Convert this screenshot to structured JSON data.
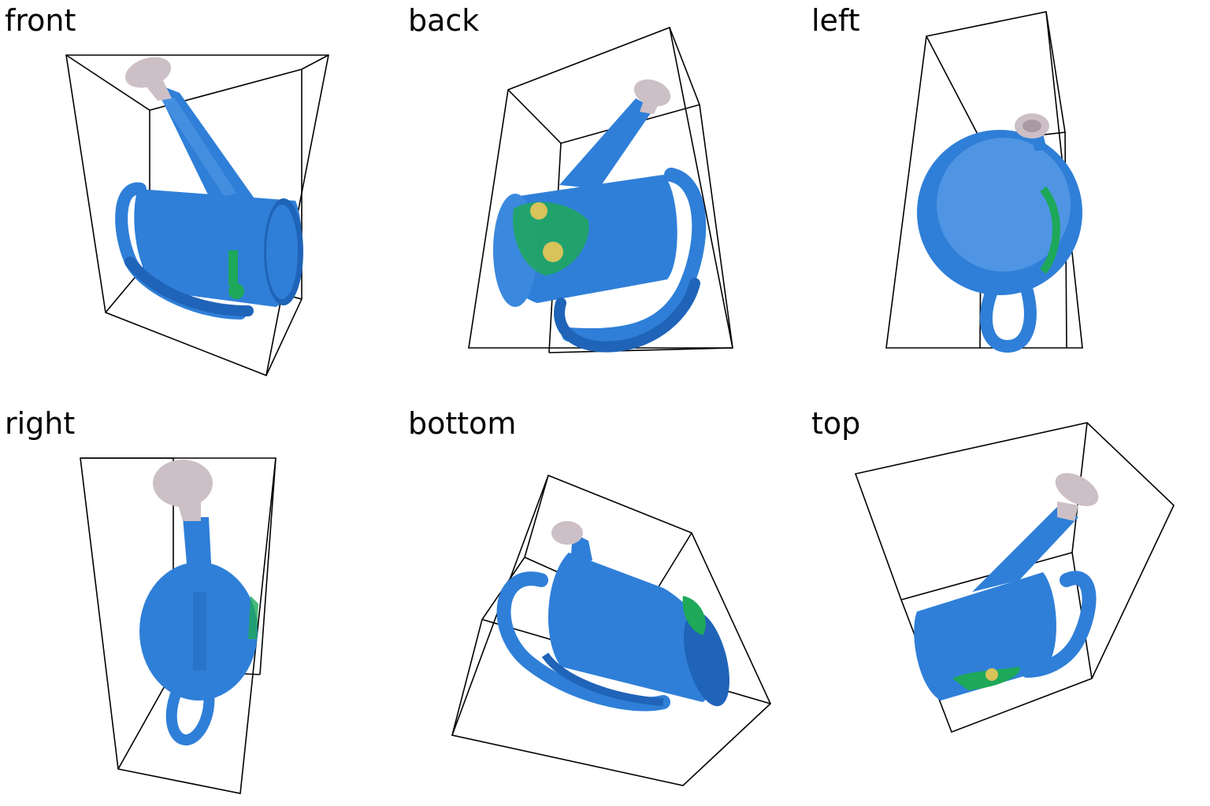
{
  "views": [
    {
      "label": "front"
    },
    {
      "label": "back"
    },
    {
      "label": "left"
    },
    {
      "label": "right"
    },
    {
      "label": "bottom"
    },
    {
      "label": "top"
    }
  ],
  "colors": {
    "body": "#2f7fd8",
    "body_dark": "#1f64b8",
    "body_light": "#5a9ee8",
    "nozzle": "#cdbfc6",
    "nozzle_dark": "#a99aa2",
    "decal_green": "#1ea85a",
    "decal_yellow": "#d8c25a",
    "box_stroke": "#000000"
  }
}
